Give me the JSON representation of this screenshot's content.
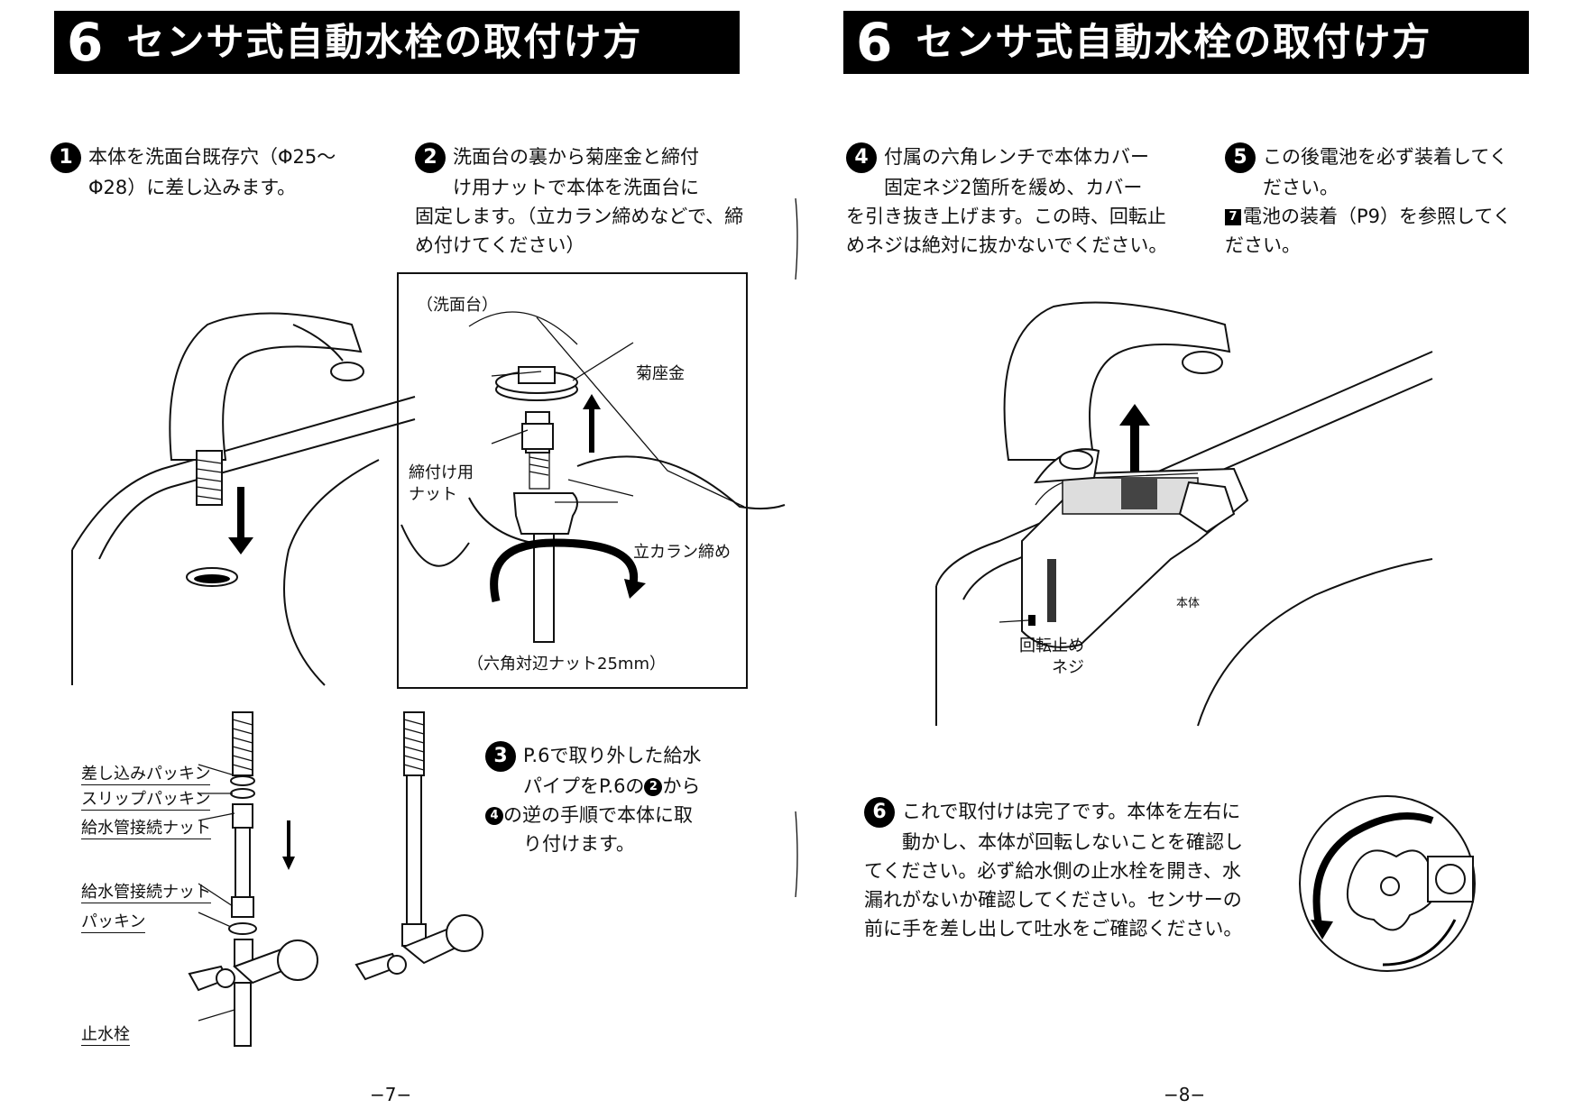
{
  "left_page": {
    "section_number": "6",
    "section_title": "センサ式自動水栓の取付け方",
    "step1": {
      "num": "1",
      "text_line1": "本体を洗面台既存穴（Φ25～",
      "text_line2": "Φ28）に差し込みます。"
    },
    "step2": {
      "num": "2",
      "text_line1": "洗面台の裏から菊座金と締付",
      "text_line2": "け用ナットで本体を洗面台に",
      "text_line3": "固定します。（立カラン締めなどで、締",
      "text_line4": "め付けてください）"
    },
    "inset": {
      "basin_label": "（洗面台）",
      "kikuzagane": "菊座金",
      "nut_label_1": "締付け用",
      "nut_label_2": "ナット",
      "wrench_label": "立カラン締め",
      "hex_label": "（六角対辺ナット25mm）"
    },
    "step3": {
      "num": "3",
      "text_line1": "P.6で取り外した給水",
      "text_line2_pre": "パイプをP.6の",
      "ref_a": "2",
      "text_line2_post": "から",
      "ref_b": "4",
      "text_line3": "の逆の手順で本体に取",
      "text_line4": "り付けます。"
    },
    "parts": {
      "sashikomi": "差し込みパッキン",
      "slip": "スリップパッキン",
      "nut1": "給水管接続ナット",
      "nut2": "給水管接続ナット",
      "packing": "パッキン",
      "stop_valve": "止水栓"
    },
    "page_number": "−7−"
  },
  "right_page": {
    "section_number": "6",
    "section_title": "センサ式自動水栓の取付け方",
    "step4": {
      "num": "4",
      "text_line1": "付属の六角レンチで本体カバー",
      "text_line2": "固定ネジ2箇所を緩め、カバー",
      "text_line3": "を引き抜き上げます。この時、回転止",
      "text_line4": "めネジは絶対に抜かないでください。"
    },
    "step5": {
      "num": "5",
      "text_line1": "この後電池を必ず装着してく",
      "text_line2": "ださい。",
      "ref_num": "7",
      "text_line3": "電池の装着（P9）を参照してく",
      "text_line4": "ださい。"
    },
    "labels": {
      "body": "本体",
      "stop_screw_1": "回転止め",
      "stop_screw_2": "ネジ"
    },
    "step6": {
      "num": "6",
      "text_line1": "これで取付けは完了です。本体を左右に",
      "text_line2": "動かし、本体が回転しないことを確認し",
      "text_line3": "てください。必ず給水側の止水栓を開き、水",
      "text_line4": "漏れがないか確認してください。センサーの",
      "text_line5": "前に手を差し出して吐水をご確認ください。"
    },
    "page_number": "−8−"
  }
}
